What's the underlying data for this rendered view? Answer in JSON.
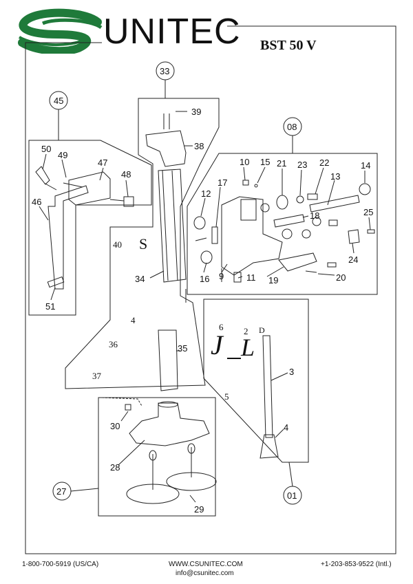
{
  "header": {
    "brand": "UNITEC",
    "model": "BST 50 V",
    "logo_color": "#1f7a3a"
  },
  "labels": {
    "p45": "45",
    "p50": "50",
    "p49": "49",
    "p47": "47",
    "p48": "48",
    "p46": "46",
    "p51": "51",
    "p33": "33",
    "p39": "39",
    "p38": "38",
    "p34": "34",
    "p35": "35",
    "p08": "08",
    "p10": "10",
    "p15": "15",
    "p21": "21",
    "p23": "23",
    "p22": "22",
    "p14": "14",
    "p13": "13",
    "p17": "17",
    "p12": "12",
    "p18": "18",
    "p25": "25",
    "p24": "24",
    "p16": "16",
    "p9": "9",
    "p11": "11",
    "p19": "19",
    "p20": "20",
    "p3": "3",
    "p4b": "4",
    "p01": "01",
    "p30": "30",
    "p28": "28",
    "p27": "27",
    "p29": "29"
  },
  "fragments": {
    "f40": "40",
    "fS": "S",
    "f4": "4",
    "f36": "36",
    "f37": "37",
    "f6": "6",
    "fJ": "J",
    "f2": "2",
    "fL": "L",
    "fD": "D",
    "f5": "5"
  },
  "footer": {
    "phone_us": "1-800-700-5919 (US/CA)",
    "website": "WWW.CSUNITEC.COM",
    "email": "info@csunitec.com",
    "phone_intl": "+1-203-853-9522 (Intl.)"
  }
}
